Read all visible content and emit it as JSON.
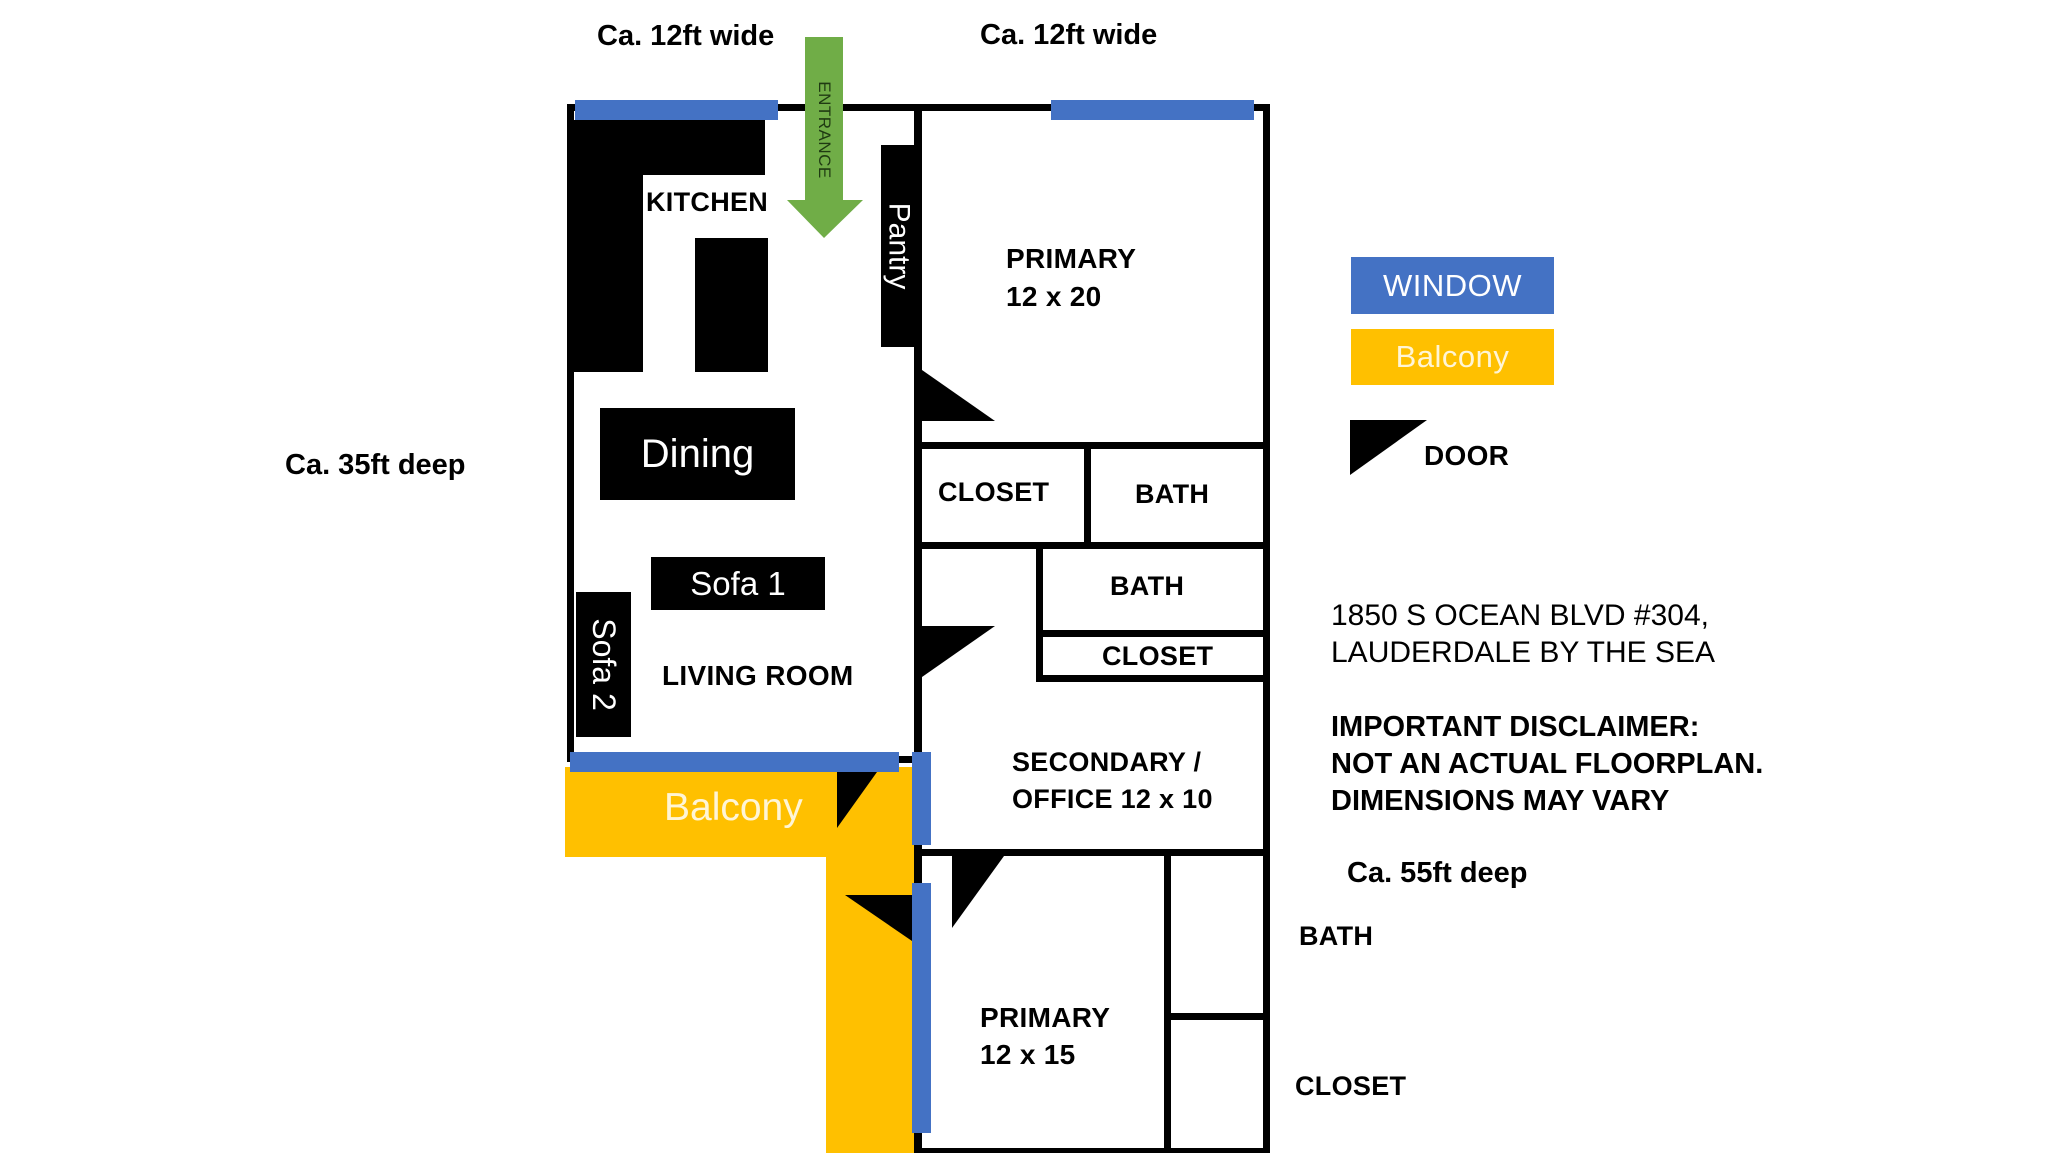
{
  "colors": {
    "window": "#4472C4",
    "balcony": "#FFC000",
    "entrance": "#70AD47",
    "wall": "#000000"
  },
  "dimensions": {
    "top_left_width": "Ca. 12ft wide",
    "top_right_width": "Ca. 12ft wide",
    "left_depth": "Ca. 35ft deep",
    "right_depth": "Ca. 55ft deep"
  },
  "entrance": {
    "label": "ENTRANCE",
    "icon": "arrow-down-icon"
  },
  "rooms": {
    "kitchen": "KITCHEN",
    "pantry": "Pantry",
    "dining": "Dining",
    "sofa1": "Sofa 1",
    "sofa2": "Sofa 2",
    "living_room": "LIVING ROOM",
    "primary_top": {
      "name": "PRIMARY",
      "size": "12 x 20"
    },
    "closet_upper": "CLOSET",
    "bath_upper": "BATH",
    "bath_middle": "BATH",
    "closet_middle": "CLOSET",
    "secondary": {
      "line1": "SECONDARY /",
      "line2": "OFFICE 12 x 10"
    },
    "primary_bottom": {
      "name": "PRIMARY",
      "size": "12 x 15"
    },
    "bath_lower": "BATH",
    "closet_lower": "CLOSET",
    "balcony": "Balcony"
  },
  "legend": {
    "window": "WINDOW",
    "balcony": "Balcony",
    "door": "DOOR"
  },
  "address": {
    "line1": "1850 S OCEAN BLVD #304,",
    "line2": "LAUDERDALE BY THE SEA"
  },
  "disclaimer": {
    "line1": "IMPORTANT DISCLAIMER:",
    "line2": "NOT AN ACTUAL FLOORPLAN.",
    "line3": "DIMENSIONS MAY VARY"
  }
}
